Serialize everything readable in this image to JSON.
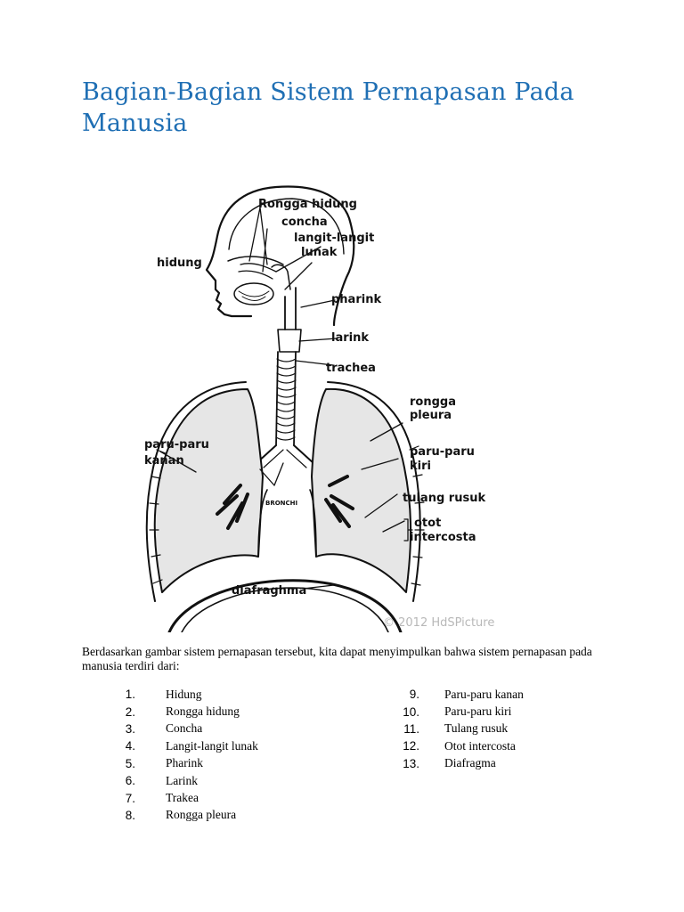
{
  "page_title": "Bagian-Bagian Sistem Pernapasan Pada Manusia",
  "diagram": {
    "labels": {
      "rongga_hidung": "Rongga hidung",
      "concha": "concha",
      "langit_1": "langit-langit",
      "langit_2": "lunak",
      "hidung": "hidung",
      "pharink": "pharink",
      "larink": "larink",
      "trachea": "trachea",
      "rongga_pleura_1": "rongga",
      "rongga_pleura_2": "pleura",
      "paru_kanan_1": "paru-paru",
      "paru_kanan_2": "kanan",
      "paru_kiri_1": "paru-paru",
      "paru_kiri_2": "kiri",
      "tulang_rusuk": "tulang rusuk",
      "otot_1": "otot",
      "otot_2": "intercosta",
      "bronchi": "BRONCHI",
      "diafraghma": "diafraghma"
    },
    "watermark": "© 2012 HdSPicture"
  },
  "intro_text": "Berdasarkan gambar sistem pernapasan tersebut, kita dapat menyimpulkan bahwa sistem pernapasan pada manusia terdiri dari:",
  "list_left": [
    {
      "num": "1.",
      "text": "Hidung"
    },
    {
      "num": "2.",
      "text": "Rongga hidung"
    },
    {
      "num": "3.",
      "text": "Concha"
    },
    {
      "num": "4.",
      "text": "Langit-langit lunak"
    },
    {
      "num": "5.",
      "text": "Pharink"
    },
    {
      "num": "6.",
      "text": "Larink"
    },
    {
      "num": "7.",
      "text": "Trakea"
    },
    {
      "num": "8.",
      "text": "Rongga pleura"
    }
  ],
  "list_right": [
    {
      "num": "9.",
      "text": "Paru-paru kanan"
    },
    {
      "num": "10.",
      "text": "Paru-paru kiri"
    },
    {
      "num": "11.",
      "text": "Tulang rusuk"
    },
    {
      "num": "12.",
      "text": "Otot intercosta"
    },
    {
      "num": "13.",
      "text": "Diafragma"
    }
  ]
}
